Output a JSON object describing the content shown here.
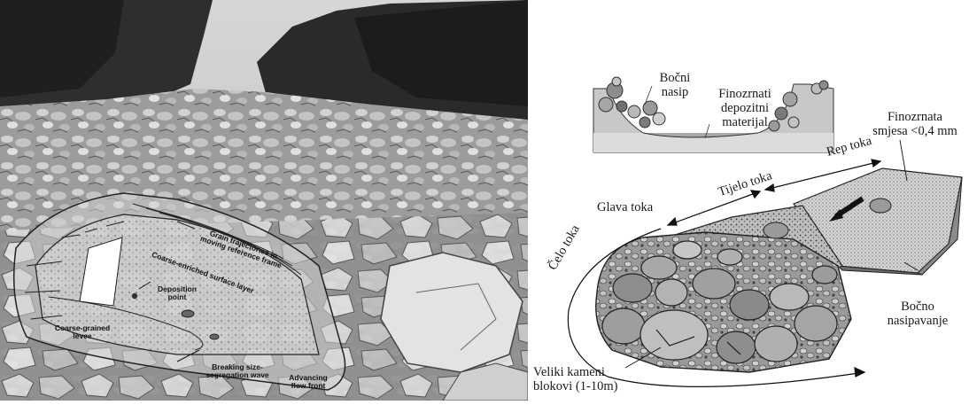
{
  "photo": {
    "inset_labels": [
      "Grain trajectories in moving reference frame",
      "Coarse-enriched surface layer",
      "Deposition point",
      "Coarse-grained levee",
      "Breaking size-segregation wave",
      "Advancing flow front"
    ]
  },
  "diagram": {
    "cross_section": {
      "levee_label": "Bočni\nnasip",
      "deposit_label": "Finozrnati\ndepozitni\nmaterijal"
    },
    "fine_mix_label": "Finozrnata\nsmjesa <0,4 mm",
    "tail_label": "Rep toka",
    "body_label": "Tijelo toka",
    "head_label": "Glava toka",
    "front_label": "Čelo toka",
    "lateral_label": "Bočno\nnasipavanje",
    "boulders_label": "Veliki kameni\nblokovi (1-10m)"
  },
  "colors": {
    "ink": "#1a1a1a",
    "rock_light": "#c9c9c9",
    "rock_mid": "#9a9a9a",
    "rock_dark": "#4a4a4a"
  }
}
